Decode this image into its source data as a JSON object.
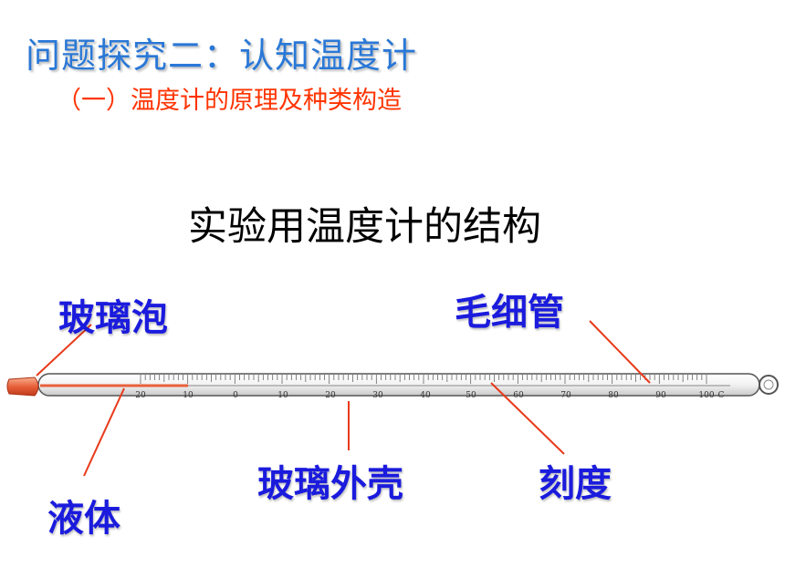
{
  "title": "问题探究二：认知温度计",
  "subtitle": "（一）温度计的原理及种类构造",
  "heading": "实验用温度计的结构",
  "labels": {
    "bulb": "玻璃泡",
    "capillary": "毛细管",
    "shell": "玻璃外壳",
    "scale": "刻度",
    "liquid": "液体"
  },
  "scale": {
    "numbers": [
      "20",
      "10",
      "0",
      "10",
      "20",
      "30",
      "40",
      "50",
      "60",
      "70",
      "80",
      "90",
      "100"
    ],
    "unit": "C"
  },
  "colors": {
    "title": "#2a78d6",
    "subtitle": "#ff3300",
    "label": "#1b1bdd",
    "leader": "#e83a1a",
    "liquid": "#e8603a"
  }
}
